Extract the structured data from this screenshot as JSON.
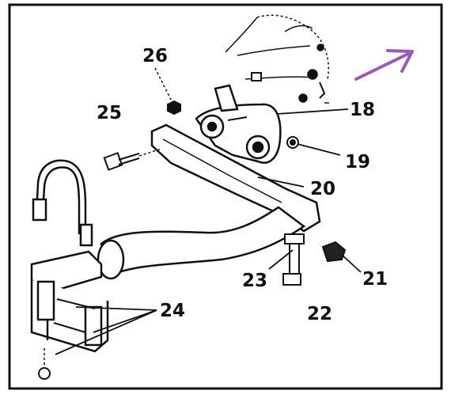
{
  "diagram": {
    "part_numbers": {
      "p18": "18",
      "p19": "19",
      "p20": "20",
      "p21": "21",
      "p22": "22",
      "p23": "23",
      "p24": "24",
      "p25": "25",
      "p26": "26"
    },
    "arrow_color": "#9b59b6",
    "ink_color": "#111111"
  }
}
